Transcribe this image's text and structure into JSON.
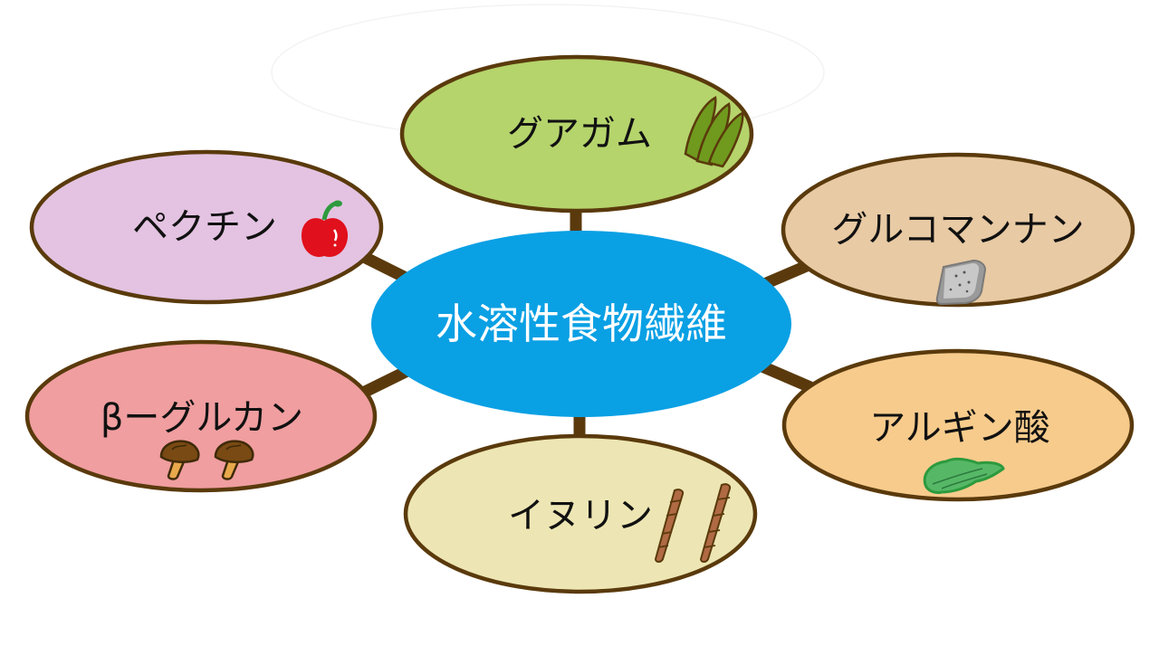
{
  "diagram": {
    "center": {
      "label": "水溶性食物繊維",
      "fill": "#0aa0e4"
    },
    "stroke_color": "#5a3a0c",
    "nodes": [
      {
        "id": "guar-gum",
        "label": "グアガム",
        "fill": "#b5d46c",
        "icon": "bean-pods-icon"
      },
      {
        "id": "pectin",
        "label": "ペクチン",
        "fill": "#e3c3e1",
        "icon": "apple-icon"
      },
      {
        "id": "glucomannan",
        "label": "グルコマンナン",
        "fill": "#e8caa4",
        "icon": "konjac-icon"
      },
      {
        "id": "beta-glucan",
        "label": "βーグルカン",
        "fill": "#f09ea0",
        "icon": "mushroom-icon"
      },
      {
        "id": "alginic-acid",
        "label": "アルギン酸",
        "fill": "#f7cb8c",
        "icon": "seaweed-icon"
      },
      {
        "id": "inulin",
        "label": "イヌリン",
        "fill": "#ede6b4",
        "icon": "burdock-root-icon"
      }
    ]
  }
}
